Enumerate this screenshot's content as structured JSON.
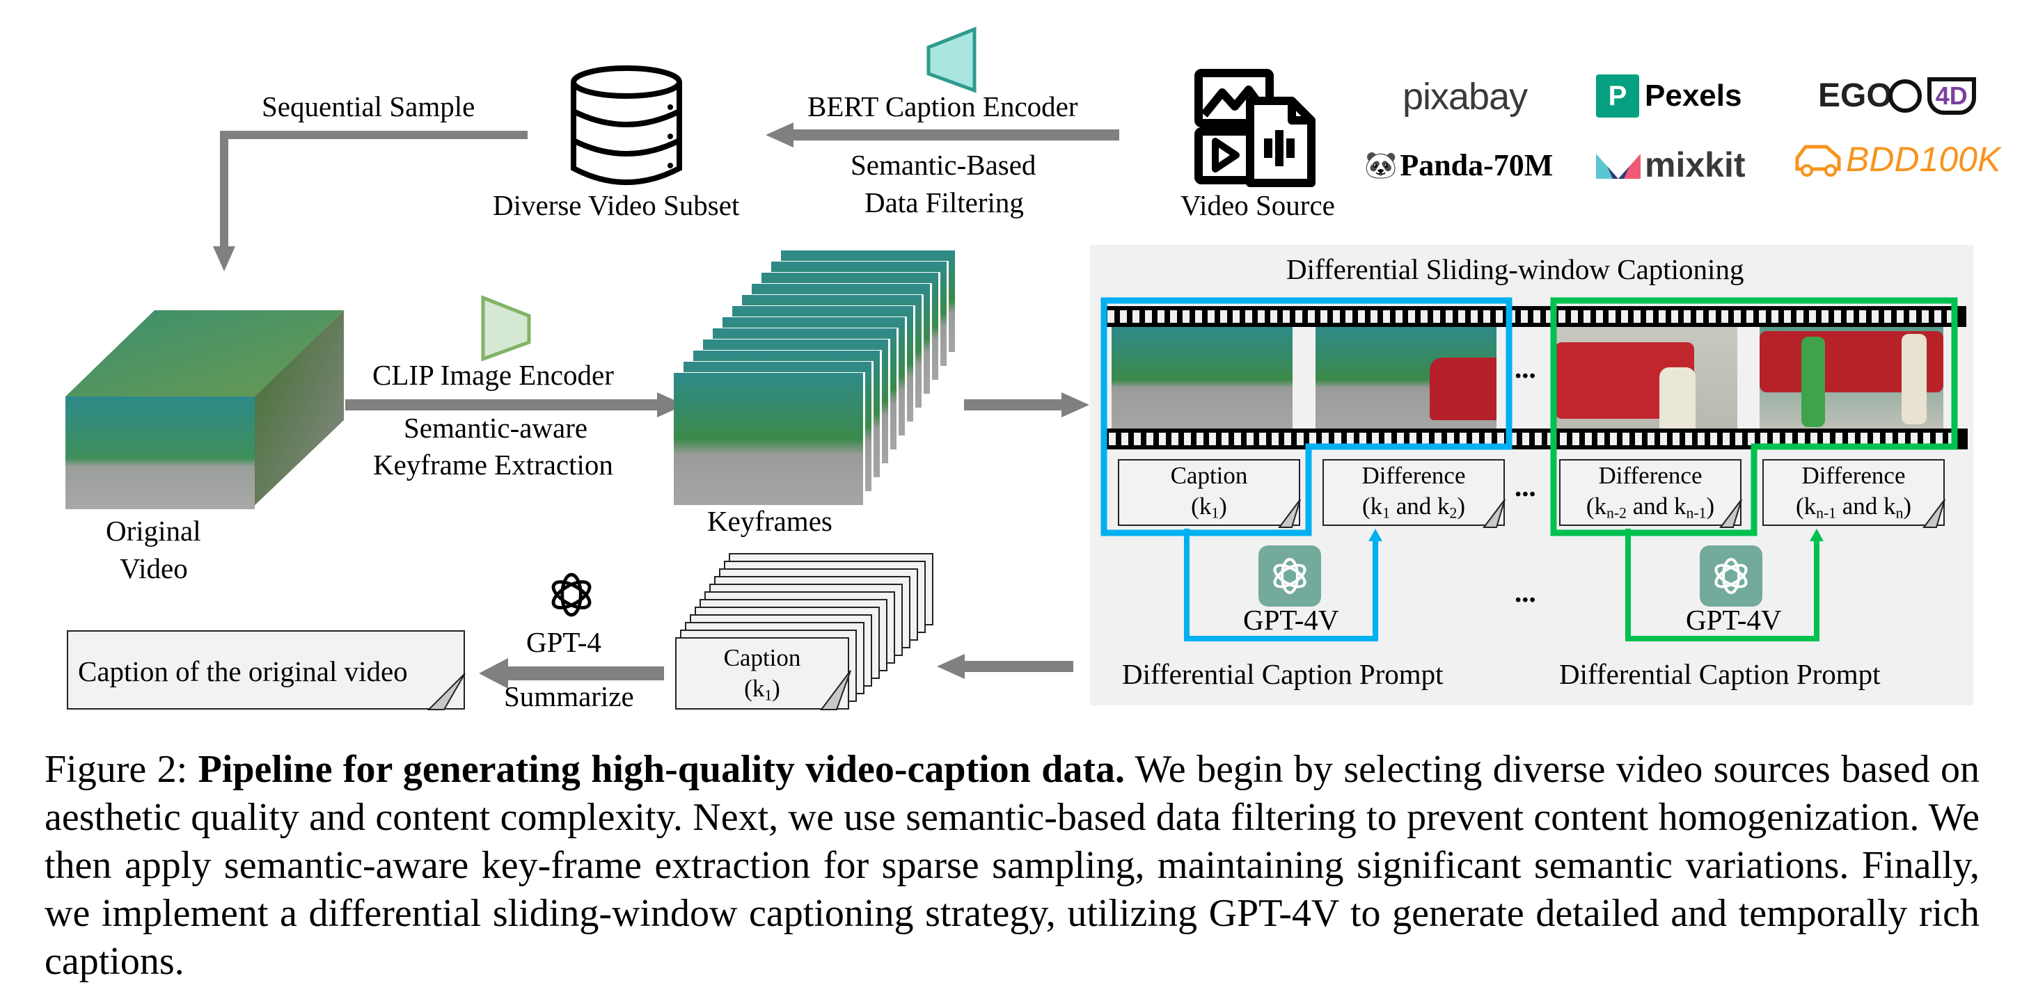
{
  "figure": {
    "top_row": {
      "sequential_sample": "Sequential Sample",
      "diverse_video_subset": "Diverse Video Subset",
      "bert_encoder": "BERT Caption Encoder",
      "filtering_line1": "Semantic-Based",
      "filtering_line2": "Data Filtering",
      "video_source": "Video Source",
      "sources": [
        {
          "name": "pixabay",
          "color": "#3a3a3a"
        },
        {
          "name": "Pexels",
          "color": "#05a081"
        },
        {
          "name": "EGO",
          "suffix": "4D",
          "color": "#7b3fa0"
        },
        {
          "name": "Panda-70M",
          "color": "#000000"
        },
        {
          "name": "mixkit",
          "color": "#3a3a3a"
        },
        {
          "name": "BDD100K",
          "color": "#f7941d"
        }
      ]
    },
    "middle_row": {
      "original_video_line1": "Original",
      "original_video_line2": "Video",
      "clip_encoder": "CLIP Image Encoder",
      "extraction_line1": "Semantic-aware",
      "extraction_line2": "Keyframe Extraction",
      "keyframes": "Keyframes"
    },
    "panel": {
      "title": "Differential Sliding-window Captioning",
      "ellipsis": "...",
      "notes": [
        {
          "title": "Caption",
          "detail_html": "(k<sub>1</sub>)"
        },
        {
          "title": "Difference",
          "detail_html": "(k<sub>1</sub> and k<sub>2</sub>)"
        },
        {
          "title": "Difference",
          "detail_html": "(k<sub>n-2</sub> and k<sub>n-1</sub>)"
        },
        {
          "title": "Difference",
          "detail_html": "(k<sub>n-1</sub> and k<sub>n</sub>)"
        }
      ],
      "model_label": "GPT-4V",
      "prompt_label": "Differential Caption Prompt",
      "window_colors": {
        "first": "#00b0f0",
        "last": "#00c050"
      }
    },
    "bottom_row": {
      "final_caption": "Caption of the original video",
      "summarizer": "GPT-4",
      "summarize": "Summarize",
      "stack_caption_title": "Caption",
      "stack_caption_detail": "(k1)"
    },
    "encoder_colors": {
      "bert": "#a8e6df",
      "bert_border": "#2e9a8e",
      "clip": "#d5e8d4",
      "clip_border": "#82b366"
    },
    "arrow_color": "#808080"
  },
  "caption": {
    "label": "Figure 2:",
    "bold": "Pipeline for generating high-quality video-caption data.",
    "body": "We begin by selecting diverse video sources based on aesthetic quality and content complexity. Next, we use semantic-based data filtering to prevent content homogenization. We then apply semantic-aware key-frame extraction for sparse sampling, maintaining significant semantic variations. Finally, we implement a differential sliding-window captioning strategy, utilizing GPT-4V to generate detailed and temporally rich captions."
  }
}
